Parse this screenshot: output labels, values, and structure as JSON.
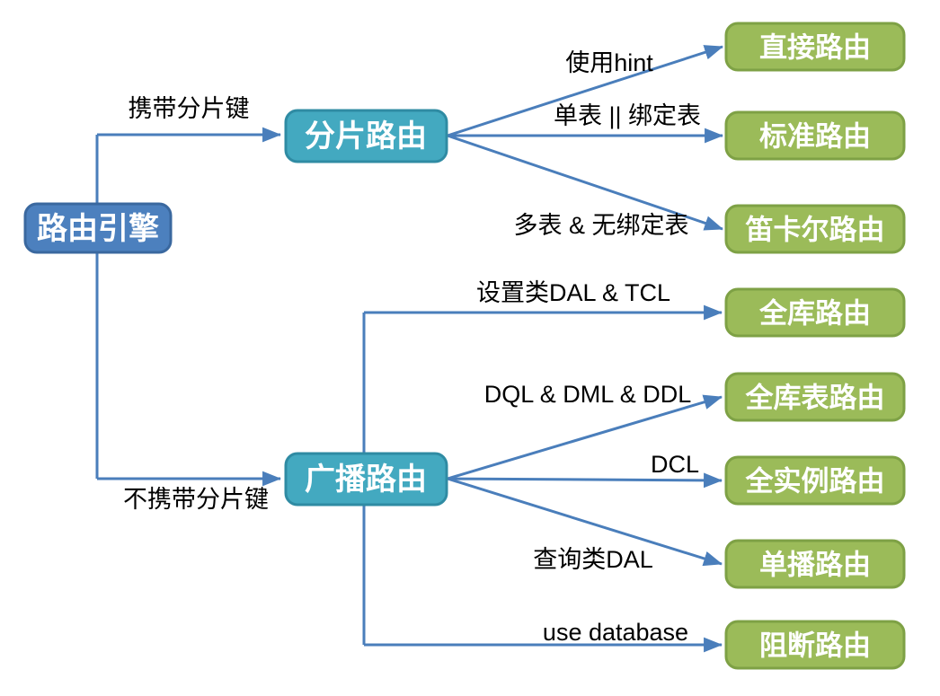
{
  "diagram": {
    "title": "routing-engine-flowchart",
    "root_label": "路由引擎",
    "branches": [
      {
        "edge_label": "携带分片键",
        "hub_label": "分片路由",
        "children": [
          {
            "edge_label": "使用hint",
            "leaf_label": "直接路由"
          },
          {
            "edge_label": "单表 || 绑定表",
            "leaf_label": "标准路由"
          },
          {
            "edge_label": "多表 & 无绑定表",
            "leaf_label": "笛卡尔路由"
          }
        ]
      },
      {
        "edge_label": "不携带分片键",
        "hub_label": "广播路由",
        "children": [
          {
            "edge_label": "设置类DAL & TCL",
            "leaf_label": "全库路由"
          },
          {
            "edge_label": "DQL & DML & DDL",
            "leaf_label": "全库表路由"
          },
          {
            "edge_label": "DCL",
            "leaf_label": "全实例路由"
          },
          {
            "edge_label": "查询类DAL",
            "leaf_label": "单播路由"
          },
          {
            "edge_label": "use database",
            "leaf_label": "阻断路由"
          }
        ]
      }
    ],
    "colors": {
      "root_fill": "#4C80BE",
      "root_border": "#3A689F",
      "hub_fill": "#43A9C0",
      "hub_border": "#2F8BA3",
      "leaf_fill": "#9BBB59",
      "leaf_border": "#7EA145",
      "connector": "#4A7EBB",
      "label_text": "#000000",
      "node_text": "#FFFFFF"
    }
  }
}
